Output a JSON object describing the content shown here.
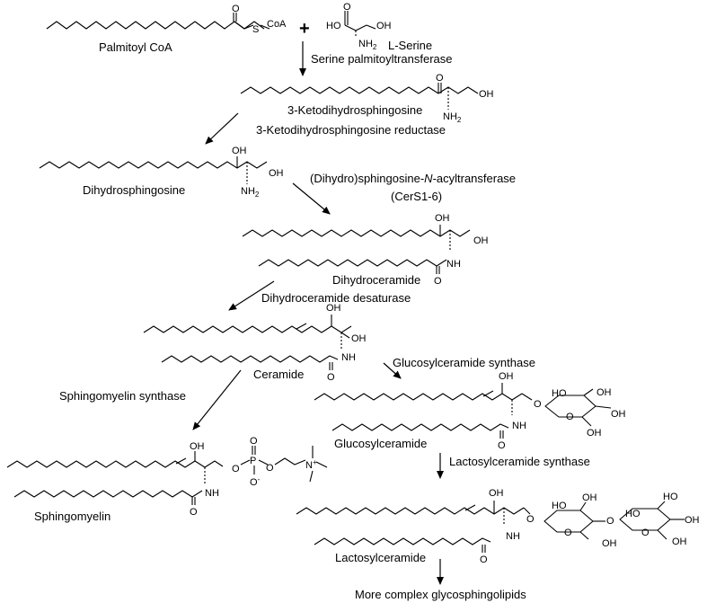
{
  "compounds": {
    "palmitoyl_coa": "Palmitoyl CoA",
    "l_serine": "L-Serine",
    "ketodihydrosphingosine": "3-Ketodihydrosphingosine",
    "dihydrosphingosine": "Dihydrosphingosine",
    "dihydroceramide": "Dihydroceramide",
    "ceramide": "Ceramide",
    "glucosylceramide": "Glucosylceramide",
    "sphingomyelin": "Sphingomyelin",
    "lactosylceramide": "Lactosylceramide",
    "complex": "More complex glycosphingolipids"
  },
  "enzymes": {
    "spt": "Serine palmitoyltransferase",
    "kdsr": "3-Ketodihydrosphingosine reductase",
    "cers_pre": "(Dihydro)sphingosine-",
    "cers_n": "N",
    "cers_post": "-acyltransferase",
    "cers_iso": "(CerS1-6)",
    "degs": "Dihydroceramide desaturase",
    "ugcg": "Glucosylceramide synthase",
    "sms": "Sphingomyelin synthase",
    "lcs": "Lactosylceramide synthase"
  },
  "atoms": {
    "plus": "+",
    "S": "S",
    "CoA": "CoA",
    "O": "O",
    "OH": "OH",
    "HO": "HO",
    "NH": "NH",
    "N": "N",
    "P": "P",
    "H2": "2",
    "NH2_N": "NH",
    "charge_plus": "+",
    "charge_minus": "-",
    "O_minus": "O"
  }
}
